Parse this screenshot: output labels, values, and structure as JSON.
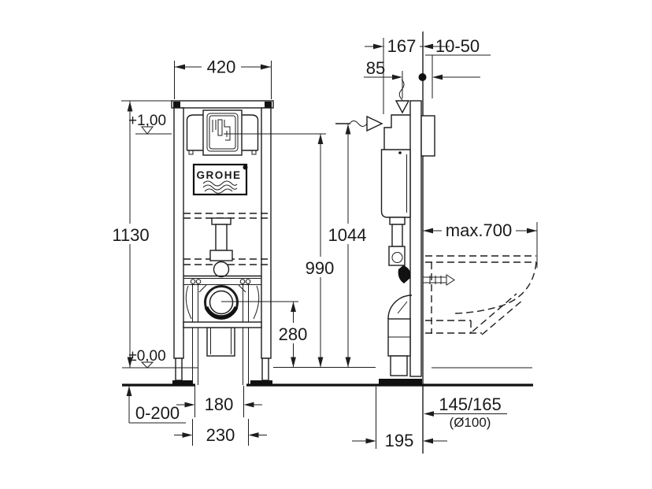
{
  "drawing": {
    "type": "installation-dimension-drawing",
    "views": {
      "front": "wc-frame-front-view",
      "side": "wc-frame-side-view"
    },
    "brand": {
      "name": "GROHE",
      "mark": "®"
    },
    "dims": {
      "frame_width": "420",
      "frame_height": "1130",
      "actuator_height": "990",
      "supply_height": "1044",
      "outlet_height": "280",
      "frame_depth": "167",
      "supply_depth": "85",
      "wall_finish_range": "10-50",
      "bowl_depth_max": "max.700",
      "level_upper": "+1,00",
      "level_floor": "±0,00",
      "floor_recess": "0-200",
      "bolt_spacing_narrow": "180",
      "bolt_spacing_wide": "230",
      "foot_depth": "195",
      "drain_offset": "145/165",
      "drain_diameter": "(Ø100)"
    },
    "colors": {
      "line": "#1d1d1d",
      "background": "#ffffff"
    }
  }
}
